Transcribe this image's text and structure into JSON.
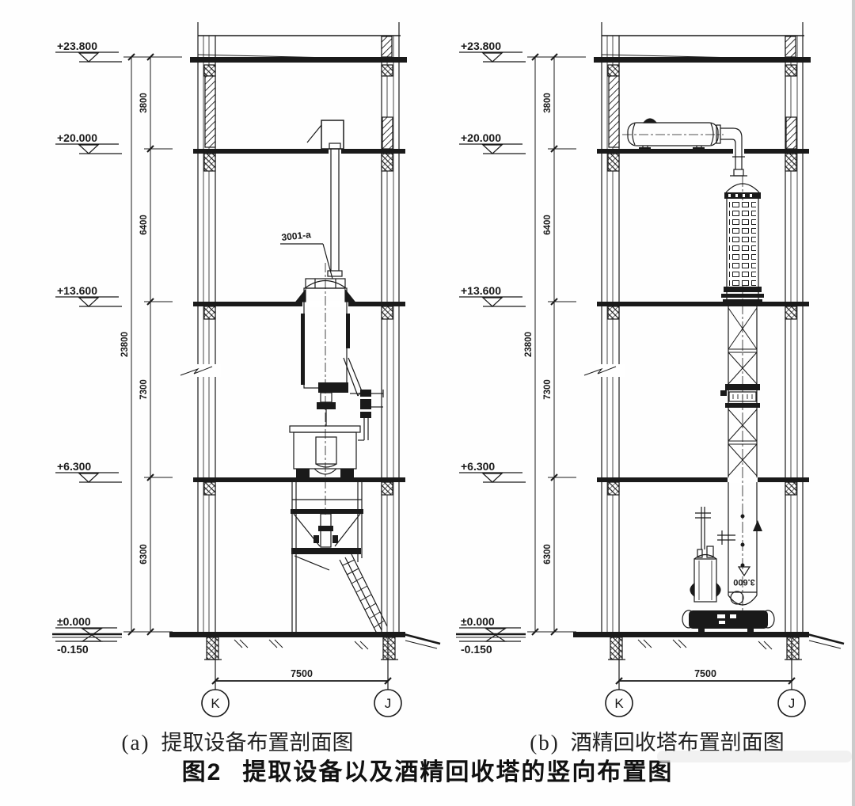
{
  "figure": {
    "caption_a_prefix": "(a)",
    "caption_a_text": "提取设备布置剖面图",
    "caption_b_prefix": "(b)",
    "caption_b_text": "酒精回收塔布置剖面图",
    "title_prefix": "图2",
    "title_text": "提取设备以及酒精回收塔的竖向布置图"
  },
  "elevations": {
    "roof": "+23.800",
    "level4": "+20.000",
    "level3": "+13.600",
    "level2": "+6.300",
    "ground": "±0.000",
    "below_ground": "-0.150"
  },
  "dimensions": {
    "seg_roof": "3800",
    "seg_level4": "6400",
    "seg_level3": "7300",
    "seg_level2": "6300",
    "total_height": "23800",
    "bay_width": "7500"
  },
  "axes": {
    "left": "K",
    "right": "J"
  },
  "labels": {
    "equipment_tag": "3001-a",
    "column_bottom_elevation": "3.600"
  }
}
